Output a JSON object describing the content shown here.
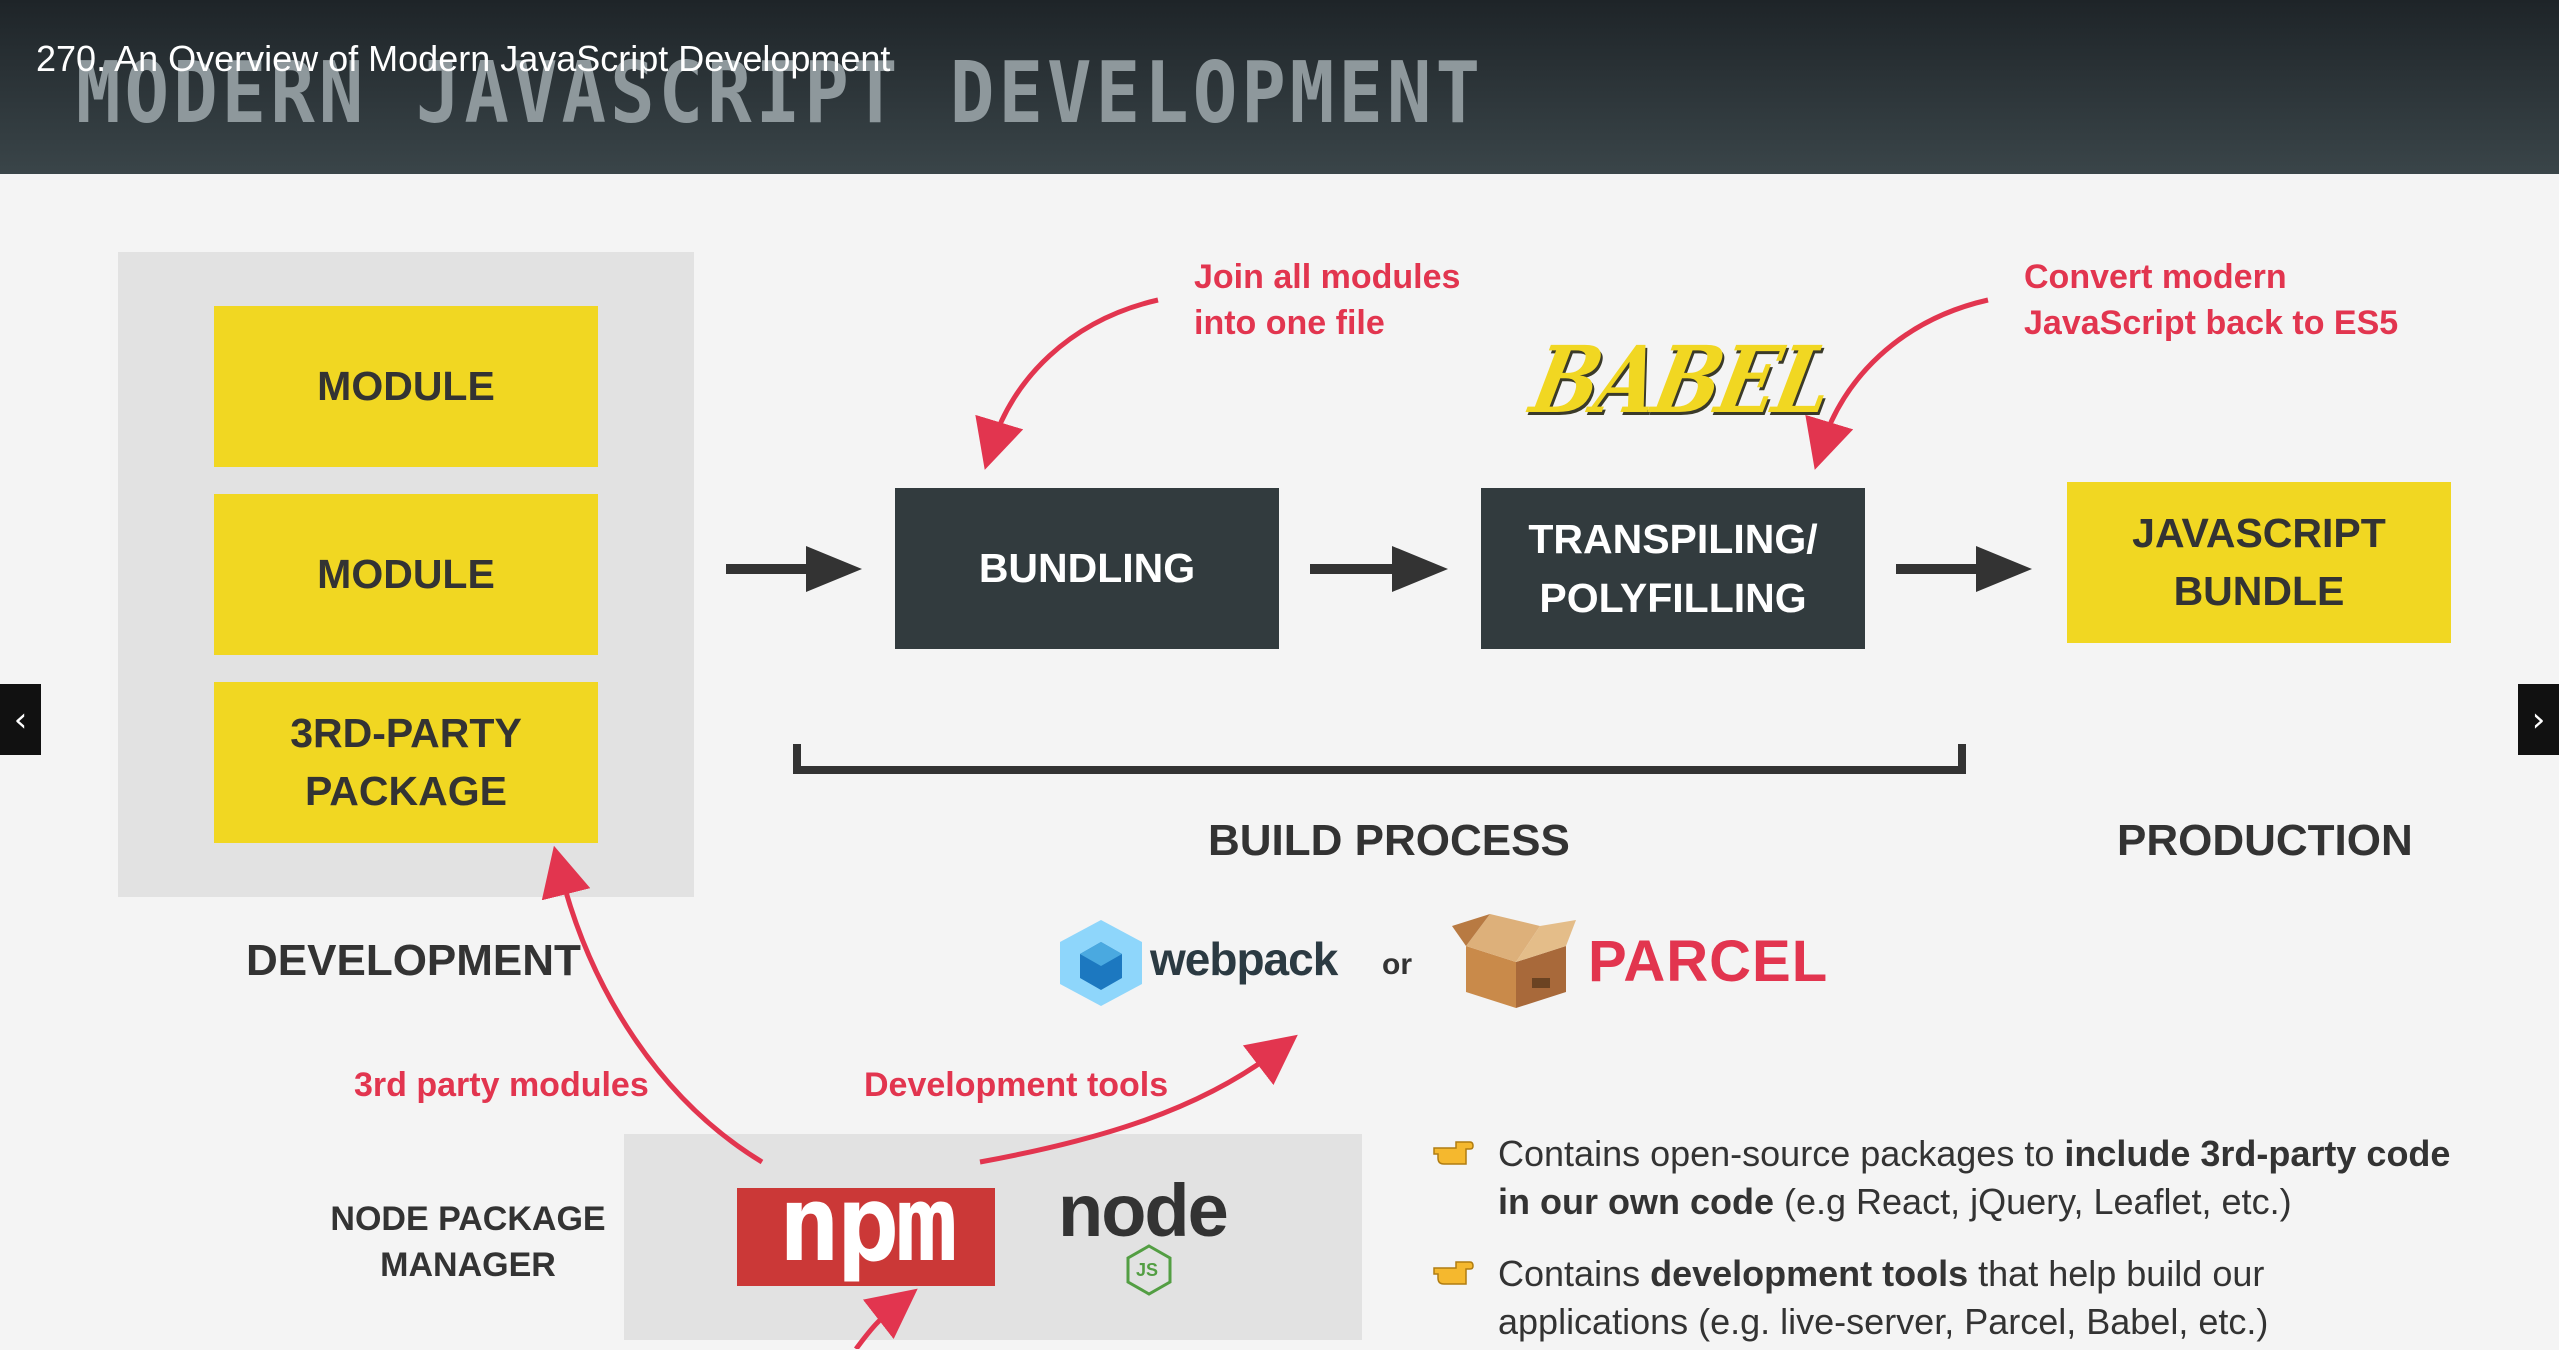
{
  "player": {
    "video_title": "270. An Overview of Modern JavaScript Development",
    "slide_heading": "MODERN JAVASCRIPT DEVELOPMENT",
    "prev_icon": "chevron-left-icon",
    "next_icon": "chevron-right-icon"
  },
  "development": {
    "modules": [
      "MODULE",
      "MODULE",
      "3RD-PARTY PACKAGE"
    ],
    "label": "DEVELOPMENT"
  },
  "build": {
    "bundling": "BUNDLING",
    "transpiling_line1": "TRANSPILING/",
    "transpiling_line2": "POLYFILLING",
    "label": "BUILD PROCESS",
    "babel_logo": "BABEL",
    "annotation_bundling_1": "Join all modules",
    "annotation_bundling_2": "into one file",
    "annotation_transpile_1": "Convert modern",
    "annotation_transpile_2": "JavaScript back to ES5",
    "tools": {
      "webpack": "webpack",
      "or": "or",
      "parcel": "PARCEL"
    }
  },
  "production": {
    "bundle_line1": "JAVASCRIPT",
    "bundle_line2": "BUNDLE",
    "label": "PRODUCTION"
  },
  "npm": {
    "label_line1": "NODE PACKAGE",
    "label_line2": "MANAGER",
    "logo": "npm",
    "node_logo": "node",
    "node_js": "JS",
    "third_party_label": "3rd party modules",
    "dev_tools_label": "Development tools"
  },
  "bullets": [
    {
      "pre": "Contains open-source packages to ",
      "bold": "include 3rd-party code in our own code",
      "post": " (e.g React, jQuery, Leaflet, etc.)"
    },
    {
      "pre": "Contains ",
      "bold": "development tools",
      "post": " that help build our applications (e.g. live-server, Parcel, Babel, etc.)"
    }
  ],
  "colors": {
    "accent_red": "#e2354f",
    "yellow": "#f1d722",
    "dark": "#323b3e",
    "npm_red": "#cb3837"
  }
}
